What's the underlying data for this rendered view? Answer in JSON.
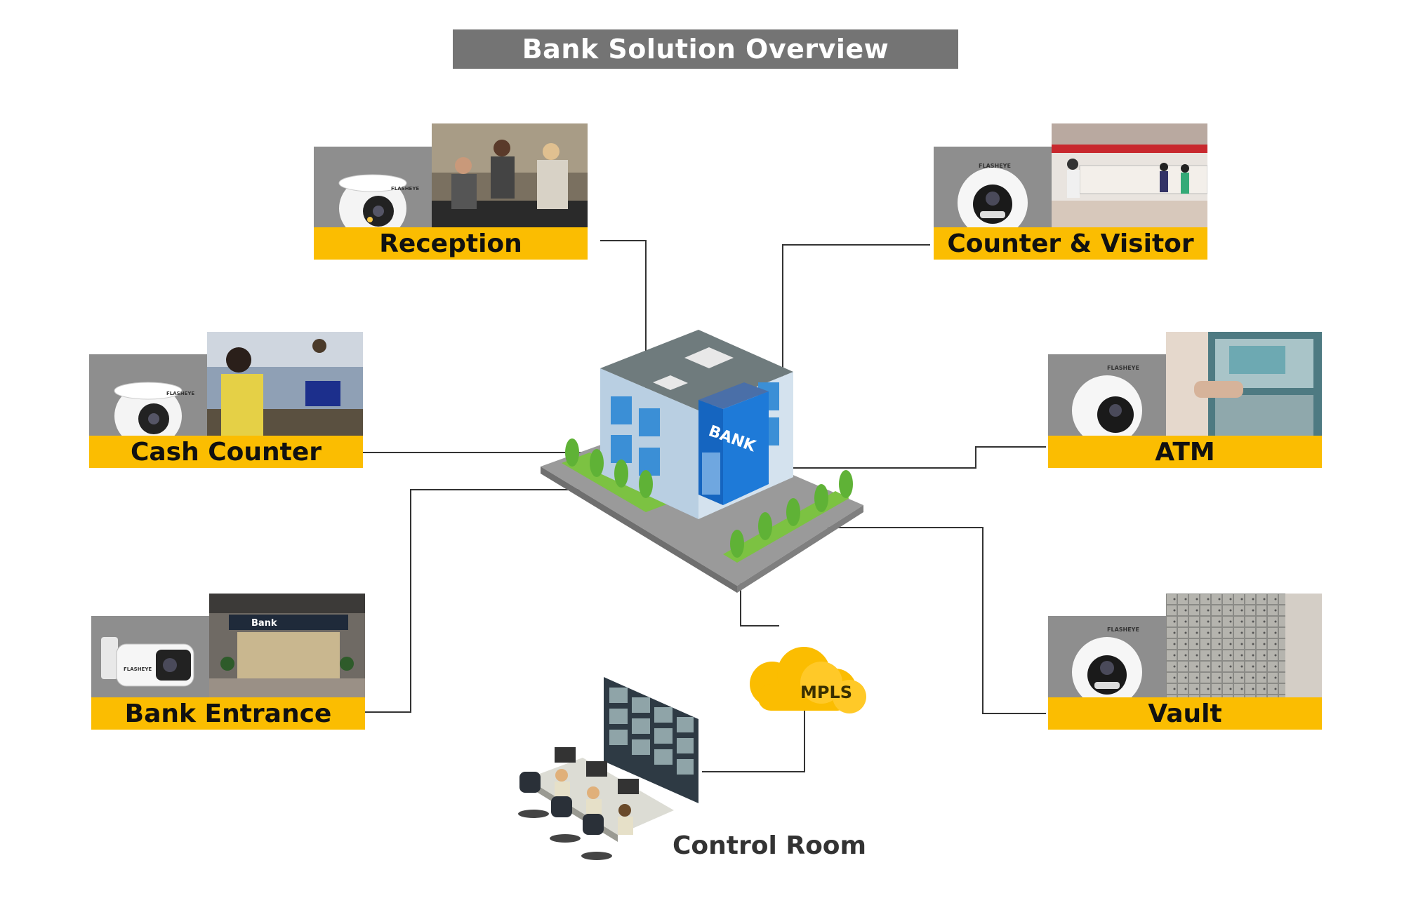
{
  "title": "Bank Solution Overview",
  "cards": {
    "reception": {
      "label": "Reception",
      "brand": "FLASHEYE"
    },
    "counter_visitor": {
      "label": "Counter & Visitor",
      "brand": "FLASHEYE"
    },
    "cash_counter": {
      "label": "Cash Counter",
      "brand": "FLASHEYE"
    },
    "atm": {
      "label": "ATM",
      "brand": "FLASHEYE"
    },
    "bank_entrance": {
      "label": "Bank Entrance",
      "brand": "FLASHEYE",
      "sign": "Bank"
    },
    "vault": {
      "label": "Vault",
      "brand": "FLASHEYE"
    }
  },
  "building": {
    "sign": "BANK"
  },
  "cloud": {
    "label": "MPLS"
  },
  "control_room": {
    "label": "Control Room"
  },
  "colors": {
    "title_bg": "#747474",
    "label_bg": "#fbbd01",
    "cloud": "#fbbd01",
    "building_blue": "#1565c0"
  }
}
